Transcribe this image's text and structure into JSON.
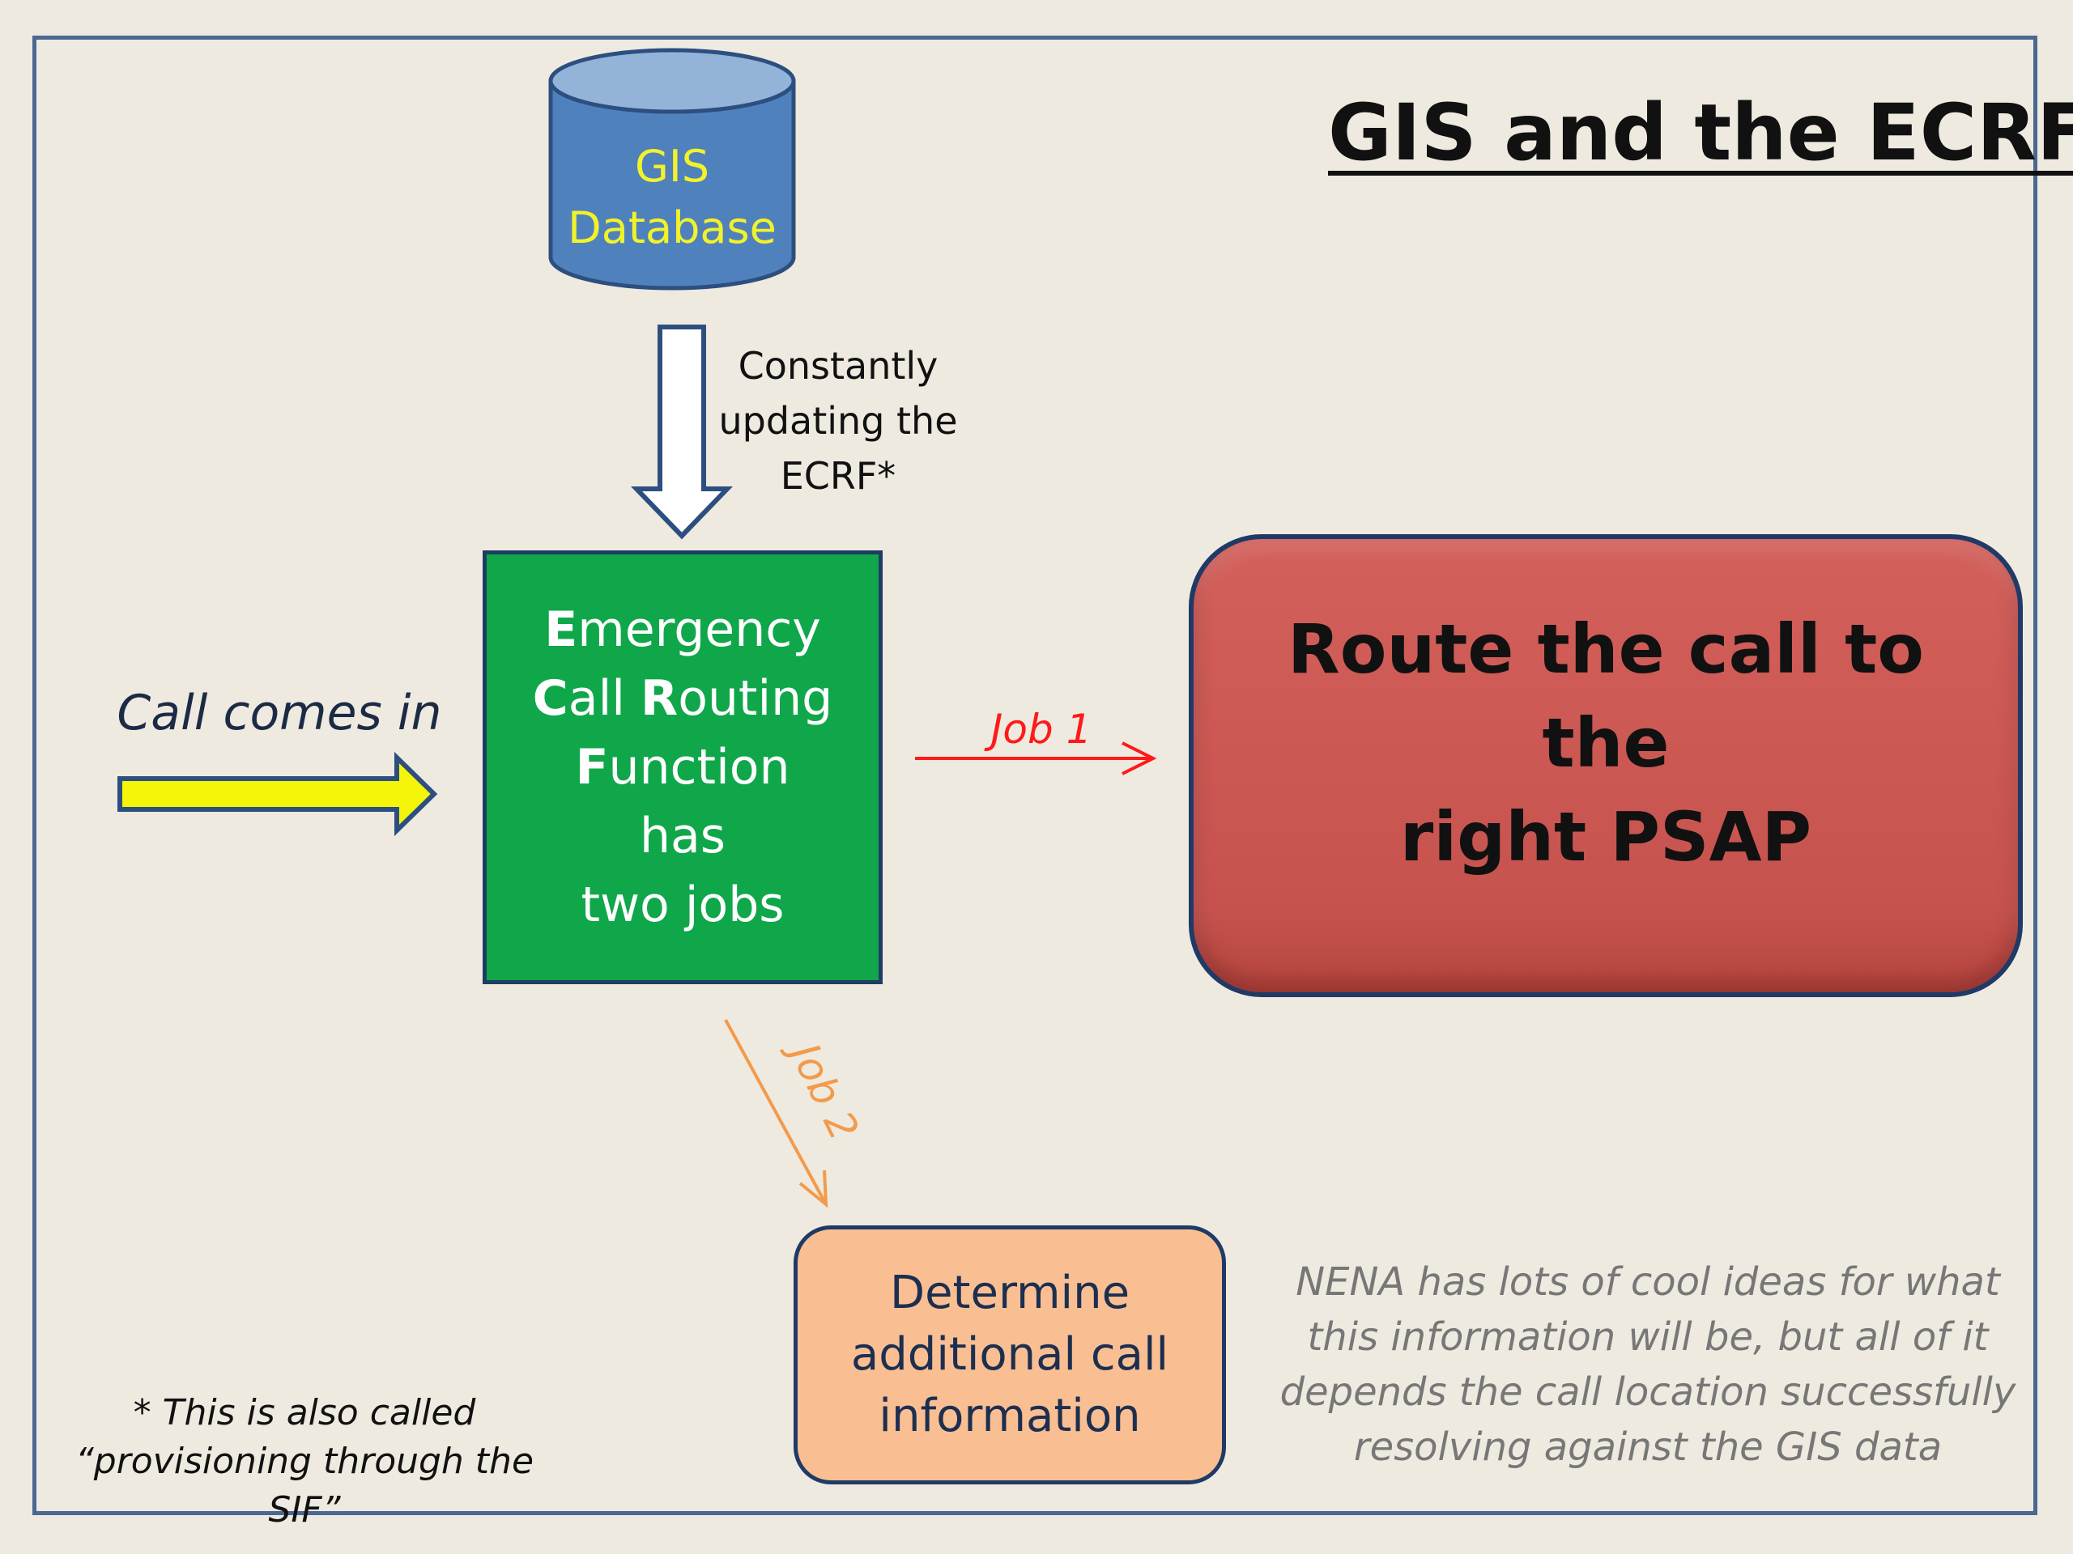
{
  "title": "GIS and the ECRF",
  "database": {
    "label_line1": "GIS",
    "label_line2": "Database"
  },
  "update_arrow": {
    "label_line1": "Constantly",
    "label_line2": "updating the",
    "label_line3": "ECRF*"
  },
  "incoming": {
    "label": "Call comes in"
  },
  "ecrf": {
    "line1_initial": "E",
    "line1_rest": "mergency",
    "line2_initial_a": "C",
    "line2_rest_a": "all ",
    "line2_initial_b": "R",
    "line2_rest_b": "outing",
    "line3_initial": "F",
    "line3_rest": "unction",
    "line4": "has",
    "line5": "two jobs"
  },
  "job1": {
    "label": "Job 1"
  },
  "job2": {
    "label": "Job 2"
  },
  "psap": {
    "line1": "Route the call to the",
    "line2": "right PSAP"
  },
  "additional_info": {
    "line1": "Determine",
    "line2": "additional call",
    "line3": "information"
  },
  "nena_note": {
    "line1": "NENA has lots of cool ideas for what",
    "line2": "this information will be, but all of it",
    "line3": "depends the call location successfully",
    "line4": "resolving against the GIS data"
  },
  "footnote": {
    "line1": "* This is also called",
    "line2": "“provisioning through the SIF”"
  },
  "colors": {
    "background": "#eeeae0",
    "frame": "#4a6891",
    "database_fill": "#4f81bd",
    "database_text": "#f2f22a",
    "ecrf_fill": "#0fa74a",
    "psap_fill": "#cd5853",
    "info_fill": "#f9bf92",
    "job1_arrow": "#ff1a1a",
    "job2_arrow": "#f39a4b",
    "incoming_arrow": "#f5f50a"
  }
}
